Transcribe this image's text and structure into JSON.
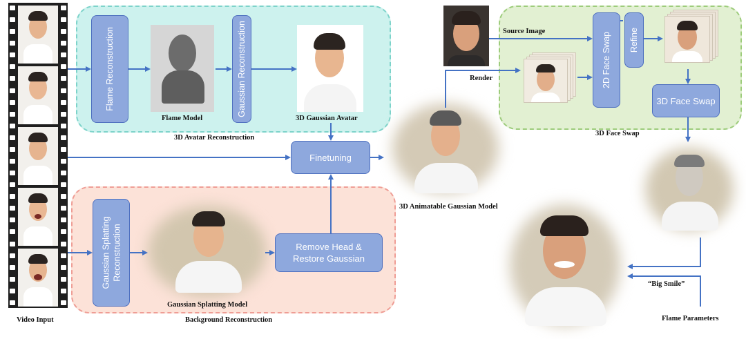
{
  "labels": {
    "video_input": "Video Input",
    "avatar_section": "3D Avatar Reconstruction",
    "background_section": "Background Reconstruction",
    "flame_model": "Flame Model",
    "gaussian_avatar": "3D Gaussian Avatar",
    "splatting_model": "Gaussian Splatting Model",
    "animatable_model": "3D Animatable Gaussian Model",
    "source_image": "Source Image",
    "render": "Render",
    "face_swap_section": "3D Face Swap",
    "big_smile": "“Big Smile”",
    "flame_parameters": "Flame Parameters"
  },
  "boxes": {
    "flame_reconstruction": "Flame Reconstruction",
    "gaussian_reconstruction": "Gaussian Reconstruction",
    "finetuning": "Finetuning",
    "splatting_reconstruction_line1": "Gaussian Splatting",
    "splatting_reconstruction_line2": "Reconstruction",
    "remove_head_line1": "Remove Head &",
    "remove_head_line2": "Restore Gaussian",
    "face_swap_2d": "2D Face Swap",
    "refine": "Refine",
    "face_swap_3d": "3D Face Swap"
  },
  "colors": {
    "arrow": "#4472c4",
    "box_fill": "#8ea8dd",
    "teal_panel": "#cdf2ee",
    "pink_panel": "#fce2d8",
    "green_panel": "#e2f0d2"
  }
}
